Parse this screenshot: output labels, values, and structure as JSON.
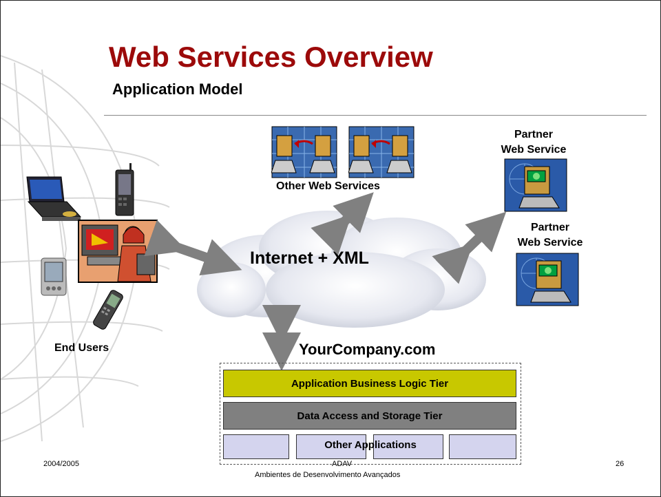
{
  "slide": {
    "title": "Web Services Overview",
    "subtitle": "Application Model"
  },
  "diagram": {
    "cloud_label": "Internet + XML",
    "other_web_services_label": "Other Web Services",
    "partner_1_label_line1": "Partner",
    "partner_1_label_line2": "Web Service",
    "partner_2_label_line1": "Partner",
    "partner_2_label_line2": "Web Service",
    "end_users_label": "End Users",
    "company_label": "YourCompany.com",
    "tiers": {
      "business_logic": "Application Business Logic Tier",
      "data_access": "Data Access and Storage Tier",
      "other_apps": "Other Applications"
    }
  },
  "footer": {
    "date": "2004/2005",
    "course": "ADAV",
    "course_full": "Ambientes de Desenvolvimento Avançados",
    "page": "26"
  },
  "colors": {
    "title": "#9c0a0a",
    "business_tier": "#c8c800",
    "data_tier": "#808080",
    "app_box": "#d4d4ee",
    "arrow": "#808080",
    "screen_bg": "#2a4a8a"
  },
  "icons": [
    "globe-watermark",
    "laptop-icon",
    "phone-icon",
    "user-at-computer-icon",
    "pda-icon",
    "mobile-phone-icon",
    "web-service-computer-icon",
    "partner-computer-icon",
    "cloud-icon"
  ]
}
